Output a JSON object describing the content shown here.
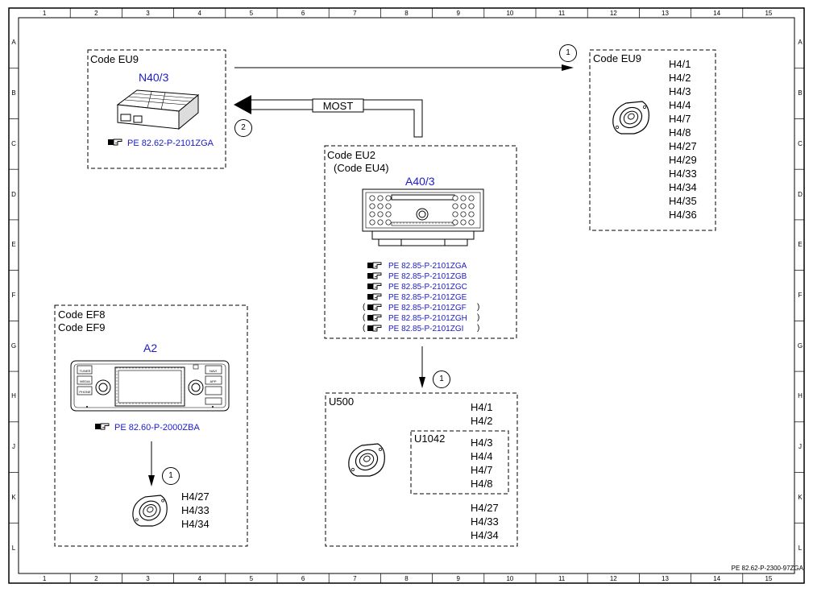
{
  "grid": {
    "cols": [
      "1",
      "2",
      "3",
      "4",
      "5",
      "6",
      "7",
      "8",
      "9",
      "10",
      "11",
      "12",
      "13",
      "14",
      "15"
    ],
    "rows": [
      "A",
      "B",
      "C",
      "D",
      "E",
      "F",
      "G",
      "H",
      "J",
      "K",
      "L"
    ]
  },
  "doc_ref": "PE 82.62-P-2300-97ZGA",
  "bus_label": "MOST",
  "callout_1": "1",
  "callout_2": "2",
  "blocks": {
    "eu9_left": {
      "code": "Code EU9",
      "component": "N40/3",
      "ref": "PE 82.62-P-2101ZGA"
    },
    "eu9_right": {
      "code": "Code EU9",
      "items": [
        "H4/1",
        "H4/2",
        "H4/3",
        "H4/4",
        "H4/7",
        "H4/8",
        "H4/27",
        "H4/29",
        "H4/33",
        "H4/34",
        "H4/35",
        "H4/36"
      ]
    },
    "eu2": {
      "code": "Code EU2",
      "code_alt": "(Code EU4)",
      "component": "A40/3",
      "refs": [
        {
          "text": "PE 82.85-P-2101ZGA",
          "open": "",
          "close": ""
        },
        {
          "text": "PE 82.85-P-2101ZGB",
          "open": "",
          "close": ""
        },
        {
          "text": "PE 82.85-P-2101ZGC",
          "open": "",
          "close": ""
        },
        {
          "text": "PE 82.85-P-2101ZGE",
          "open": "",
          "close": ""
        },
        {
          "text": "PE 82.85-P-2101ZGF",
          "open": "(",
          "close": ")"
        },
        {
          "text": "PE 82.85-P-2101ZGH",
          "open": "(",
          "close": ")"
        },
        {
          "text": "PE 82.85-P-2101ZGI",
          "open": "(",
          "close": ")"
        }
      ]
    },
    "ef8": {
      "code1": "Code EF8",
      "code2": "Code EF9",
      "component": "A2",
      "ref": "PE 82.60-P-2000ZBA",
      "items": [
        "H4/27",
        "H4/33",
        "H4/34"
      ],
      "buttons": [
        "TUNER",
        "MEDIA",
        "PHONE",
        "NAVI",
        "APP",
        "",
        ""
      ]
    },
    "u500": {
      "code": "U500",
      "items_top": [
        "H4/1",
        "H4/2"
      ],
      "sub_code": "U1042",
      "sub_items": [
        "H4/3",
        "H4/4",
        "H4/7",
        "H4/8"
      ],
      "items_bottom": [
        "H4/27",
        "H4/33",
        "H4/34"
      ]
    }
  }
}
